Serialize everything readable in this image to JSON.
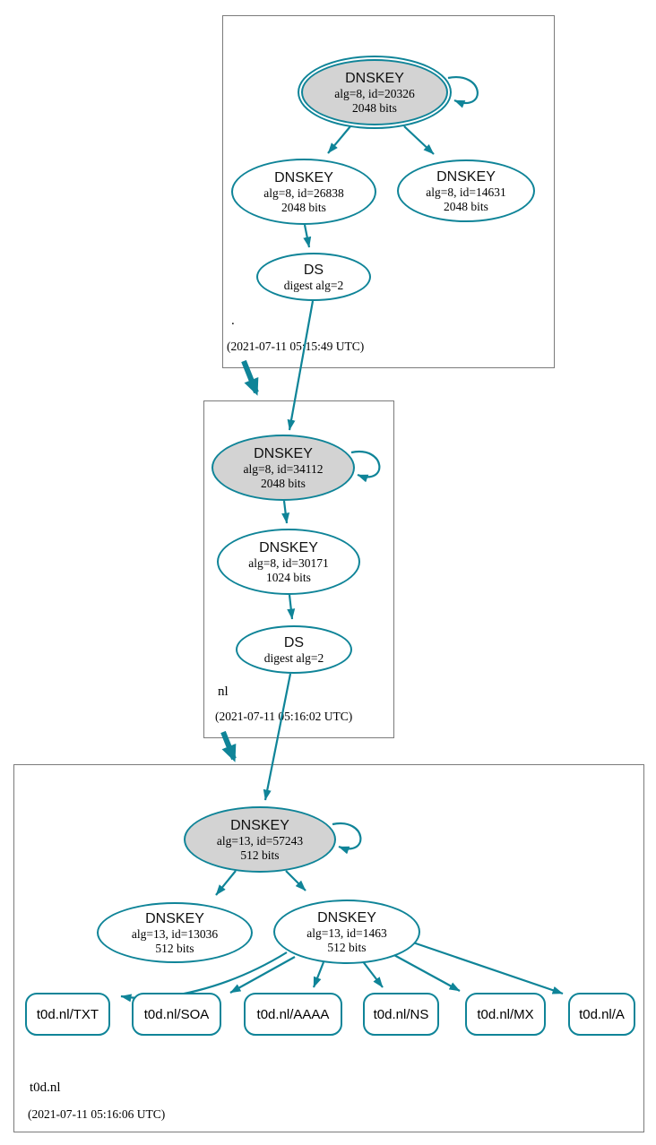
{
  "diagram": {
    "type": "dnssec-authentication-chain",
    "colors": {
      "edge_teal": "#0f8498",
      "ksk_fill": "#d3d3d3",
      "zone_box_border": "#7b7b7b"
    },
    "zones": [
      {
        "label": ".",
        "timestamp": "(2021-07-11 05:15:49 UTC)",
        "nodes": {
          "ksk": {
            "title": "DNSKEY",
            "detail": "alg=8, id=20326",
            "bits": "2048 bits"
          },
          "zsk1": {
            "title": "DNSKEY",
            "detail": "alg=8, id=26838",
            "bits": "2048 bits"
          },
          "zsk2": {
            "title": "DNSKEY",
            "detail": "alg=8, id=14631",
            "bits": "2048 bits"
          },
          "ds": {
            "title": "DS",
            "detail": "digest alg=2"
          }
        }
      },
      {
        "label": "nl",
        "timestamp": "(2021-07-11 05:16:02 UTC)",
        "nodes": {
          "ksk": {
            "title": "DNSKEY",
            "detail": "alg=8, id=34112",
            "bits": "2048 bits"
          },
          "zsk1": {
            "title": "DNSKEY",
            "detail": "alg=8, id=30171",
            "bits": "1024 bits"
          },
          "ds": {
            "title": "DS",
            "detail": "digest alg=2"
          }
        }
      },
      {
        "label": "t0d.nl",
        "timestamp": "(2021-07-11 05:16:06 UTC)",
        "nodes": {
          "ksk": {
            "title": "DNSKEY",
            "detail": "alg=13, id=57243",
            "bits": "512 bits"
          },
          "zsk1": {
            "title": "DNSKEY",
            "detail": "alg=13, id=13036",
            "bits": "512 bits"
          },
          "zsk2": {
            "title": "DNSKEY",
            "detail": "alg=13, id=1463",
            "bits": "512 bits"
          }
        },
        "rrsets": [
          {
            "label": "t0d.nl/TXT"
          },
          {
            "label": "t0d.nl/SOA"
          },
          {
            "label": "t0d.nl/AAAA"
          },
          {
            "label": "t0d.nl/NS"
          },
          {
            "label": "t0d.nl/MX"
          },
          {
            "label": "t0d.nl/A"
          }
        ]
      }
    ]
  }
}
